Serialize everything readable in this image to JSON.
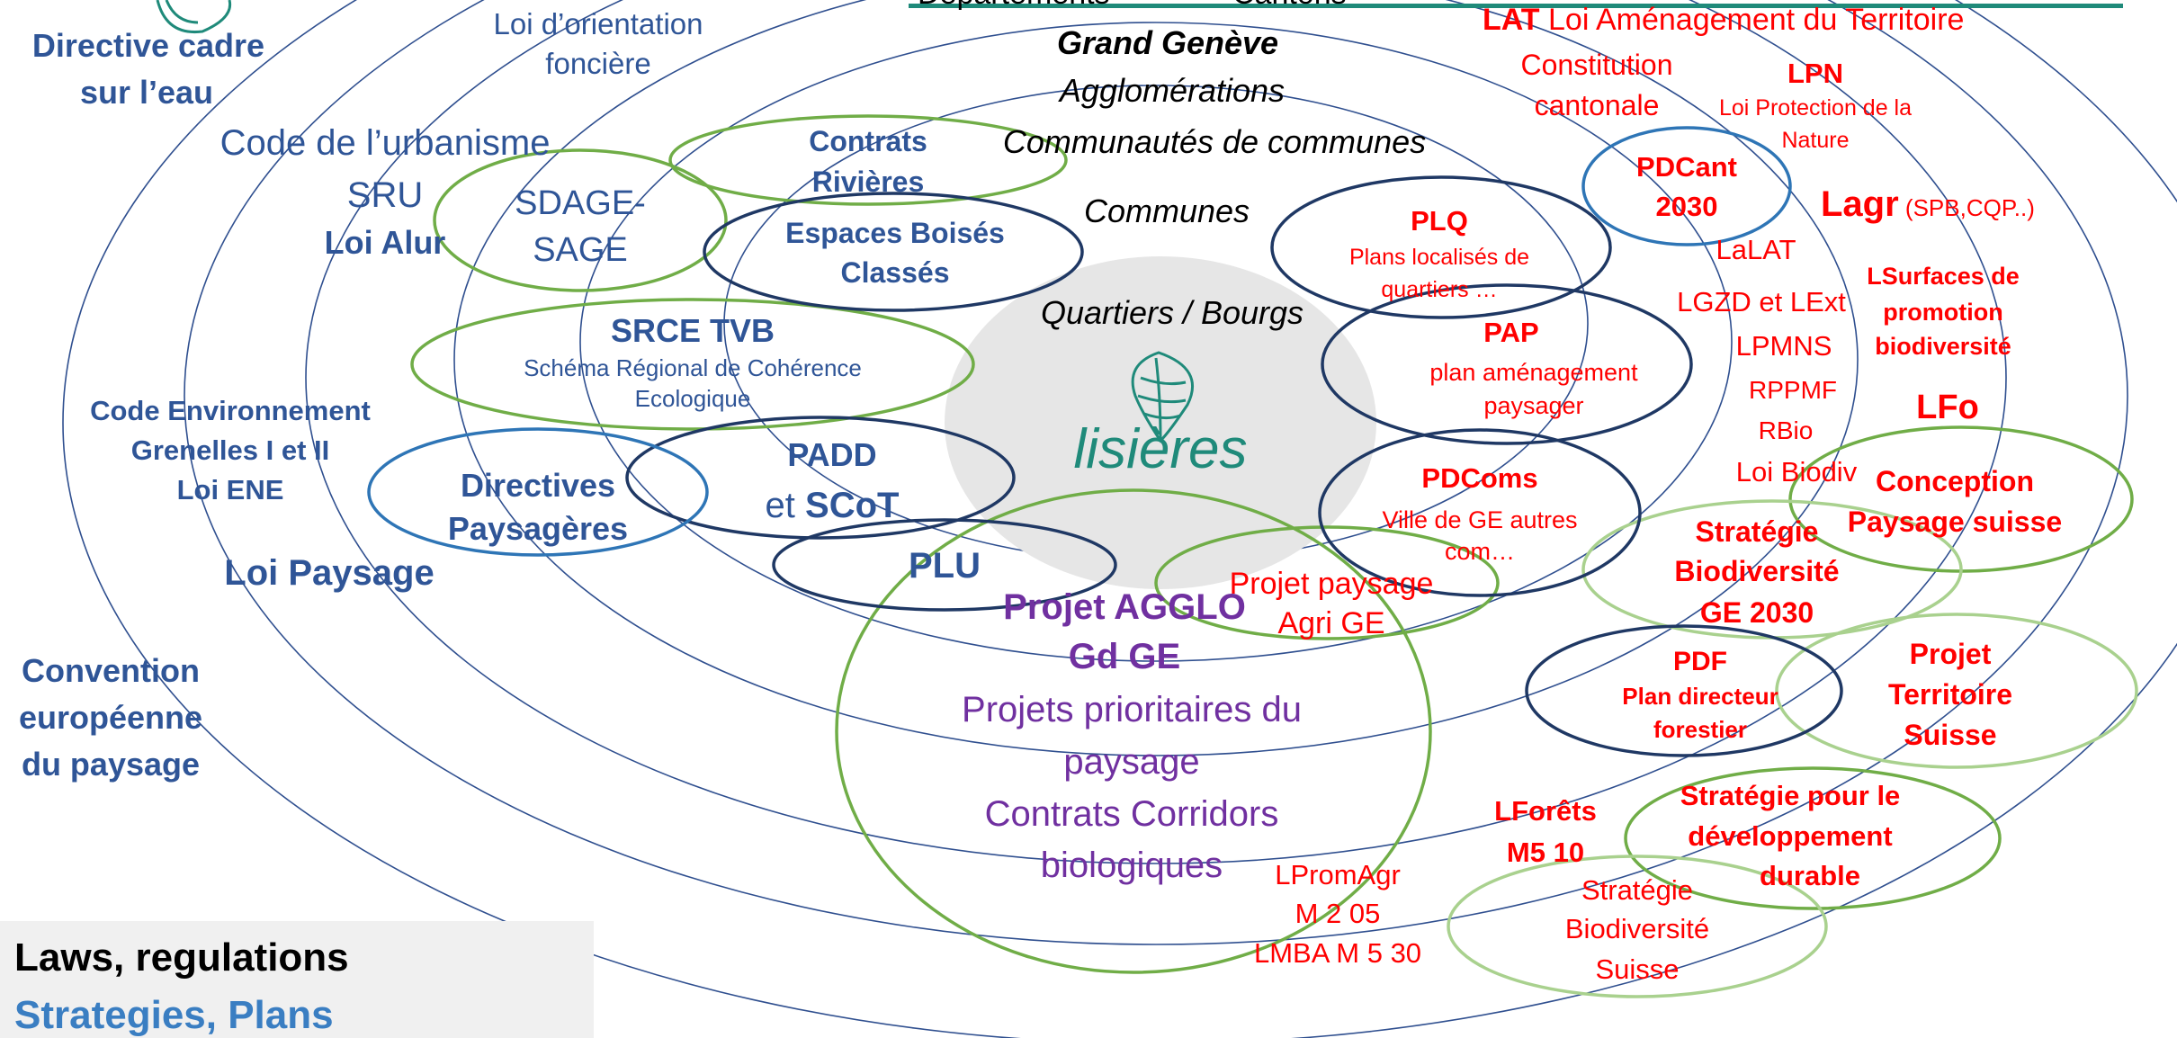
{
  "colors": {
    "blue_text": "#2f5597",
    "red_text": "#ff0000",
    "purple_text": "#7030a0",
    "dark_blue_ring": "#1f3864",
    "mid_blue_ring": "#2e75b6",
    "green_ring": "#70ad47",
    "light_green_ring": "#a9d18e",
    "logo_teal": "#1f8a7a",
    "legend_plans": "#3a7ec2"
  },
  "top_partial": {
    "left": "Départements",
    "right": "Cantons"
  },
  "center": {
    "levels": [
      "Grand Genève",
      "Agglomérations",
      "Communautés de communes",
      "Communes",
      "Quartiers / Bourgs"
    ],
    "logo_text": "lisières"
  },
  "left_labels": {
    "directive_eau_1": "Directive cadre",
    "directive_eau_2": "sur l’eau",
    "loi_orientation_1": "Loi d’orientation",
    "loi_orientation_2": "foncière",
    "code_urbanisme": "Code de l’urbanisme",
    "sru": "SRU",
    "loi_alur": "Loi Alur",
    "code_env_1": "Code Environnement",
    "code_env_2": "Grenelles I et II",
    "code_env_3": "Loi ENE",
    "loi_paysage": "Loi Paysage",
    "convention_1": "Convention",
    "convention_2": "européenne",
    "convention_3": "du paysage"
  },
  "left_plans": {
    "contrats_1": "Contrats",
    "contrats_2": "Rivières",
    "sdage_1": "SDAGE-",
    "sdage_2": "SAGE",
    "ebc_1": "Espaces Boisés",
    "ebc_2": "Classés",
    "srce_title": "SRCE TVB",
    "srce_1": "Schéma Régional de Cohérence",
    "srce_2": "Ecologique",
    "padd": "PADD",
    "et": "et ",
    "scot": "SCoT",
    "directives_1": "Directives",
    "directives_2": "Paysagères",
    "plu": "PLU"
  },
  "agglo": {
    "title_1": "Projet AGGLO",
    "title_2": "Gd GE",
    "line_1": "Projets prioritaires du",
    "line_2": "paysage",
    "line_3": "Contrats Corridors",
    "line_4": "biologiques"
  },
  "right_labels": {
    "lat_abbr": "LAT",
    "lat_full": " Loi Aménagement du Territoire",
    "constitution_1": "Constitution",
    "constitution_2": "cantonale",
    "lpn": "LPN",
    "lpn_full_1": "Loi Protection de la",
    "lpn_full_2": "Nature",
    "lagr": "Lagr",
    "lagr_sub": " (SPB,CQP..)",
    "lalat": "LaLAT",
    "lgzd": "LGZD et LExt",
    "lpmns": "LPMNS",
    "rppmf": "RPPMF",
    "rbio": "RBio",
    "loi_biodiv": "Loi Biodiv",
    "lsurfaces_1": "LSurfaces de",
    "lsurfaces_2": "promotion",
    "lsurfaces_3": "biodiversité",
    "lfo": "LFo",
    "lforets_1": "LForêts",
    "lforets_2": "M5 10",
    "lpromagr_1": "LPromAgr",
    "lpromagr_2": "M 2 05",
    "lmba": "LMBA M 5 30"
  },
  "right_plans": {
    "pdcant_1": "PDCant",
    "pdcant_2": "2030",
    "plq": "PLQ",
    "plq_1": "Plans localisés de",
    "plq_2": "quartiers …",
    "pap": "PAP",
    "pap_1": "plan aménagement",
    "pap_2": "paysager",
    "pdcoms": "PDComs",
    "pdcoms_1": "Ville de GE autres",
    "pdcoms_2": "com…",
    "projet_paysage_1": "Projet paysage",
    "projet_paysage_2": "Agri GE",
    "strat_ge_1": "Stratégie",
    "strat_ge_2": "Biodiversité",
    "strat_ge_3": "GE 2030",
    "conception_1": "Conception",
    "conception_2": "Paysage suisse",
    "pdf_title": "PDF",
    "pdf_1": "Plan directeur",
    "pdf_2": "forestier",
    "projet_terr_1": "Projet",
    "projet_terr_2": "Territoire",
    "projet_terr_3": "Suisse",
    "strat_dd_1": "Stratégie pour le",
    "strat_dd_2": "développement",
    "strat_dd_3": "durable",
    "strat_ch_1": "Stratégie",
    "strat_ch_2": "Biodiversité",
    "strat_ch_3": "Suisse"
  },
  "legend": {
    "laws": "Laws, regulations",
    "plans": "Strategies, Plans"
  }
}
